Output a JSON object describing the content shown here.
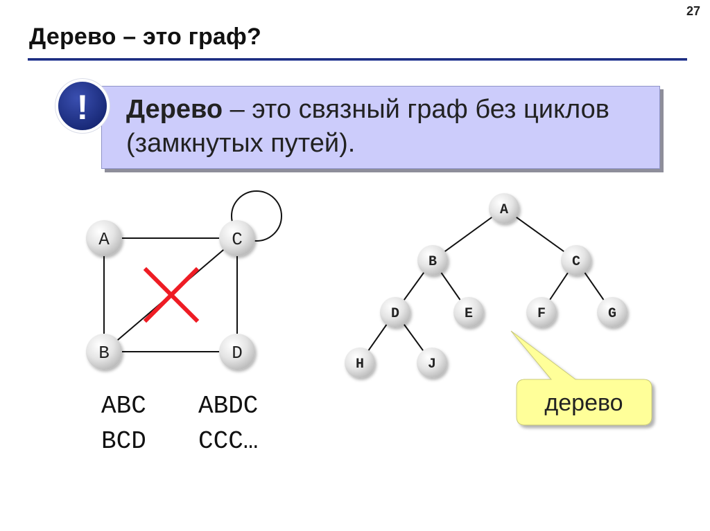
{
  "slide": {
    "page_number": "27",
    "title": "Дерево – это граф?"
  },
  "definition": {
    "term": "Дерево",
    "rest": " – это связный граф без циклов (замкнутых путей).",
    "badge_symbol": "!"
  },
  "left_graph": {
    "nodes": [
      "A",
      "C",
      "B",
      "D"
    ],
    "cross_color": "#ee1c24",
    "paths": [
      "ABC",
      "ABDC",
      "BCD",
      "CCC…"
    ]
  },
  "tree": {
    "nodes": [
      "A",
      "B",
      "C",
      "D",
      "E",
      "F",
      "G",
      "H",
      "J"
    ],
    "callout": "дерево",
    "callout_color": "#ffff99"
  },
  "colors": {
    "definition_box": "#ccccfb",
    "badge": "#1c2f86",
    "rule": "#1c2c80"
  }
}
